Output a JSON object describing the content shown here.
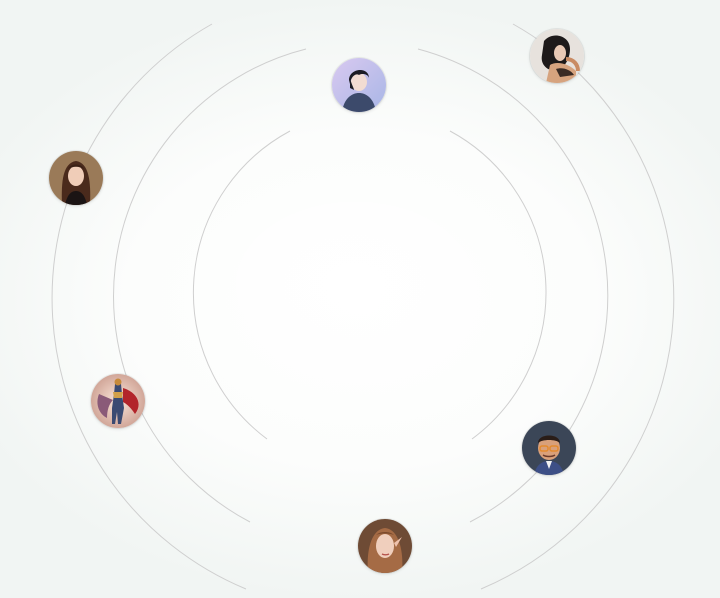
{
  "orbit": {
    "avatars": [
      {
        "id": "avatar-top-center",
        "icon": "portrait-dark-hair-blue-shirt",
        "background": "#c9c2ea"
      },
      {
        "id": "avatar-top-right",
        "icon": "portrait-dark-hair-woman",
        "background": "#e6e1dc"
      },
      {
        "id": "avatar-left",
        "icon": "portrait-brown-hair-woman",
        "background": "#8b6a4e"
      },
      {
        "id": "avatar-lower-left",
        "icon": "warrior-figure",
        "background": "#f3d9cd"
      },
      {
        "id": "avatar-lower-right",
        "icon": "cartoon-man-glasses",
        "background": "#3b4657"
      },
      {
        "id": "avatar-bottom",
        "icon": "portrait-elf-woman",
        "background": "#6b4a35"
      }
    ]
  }
}
